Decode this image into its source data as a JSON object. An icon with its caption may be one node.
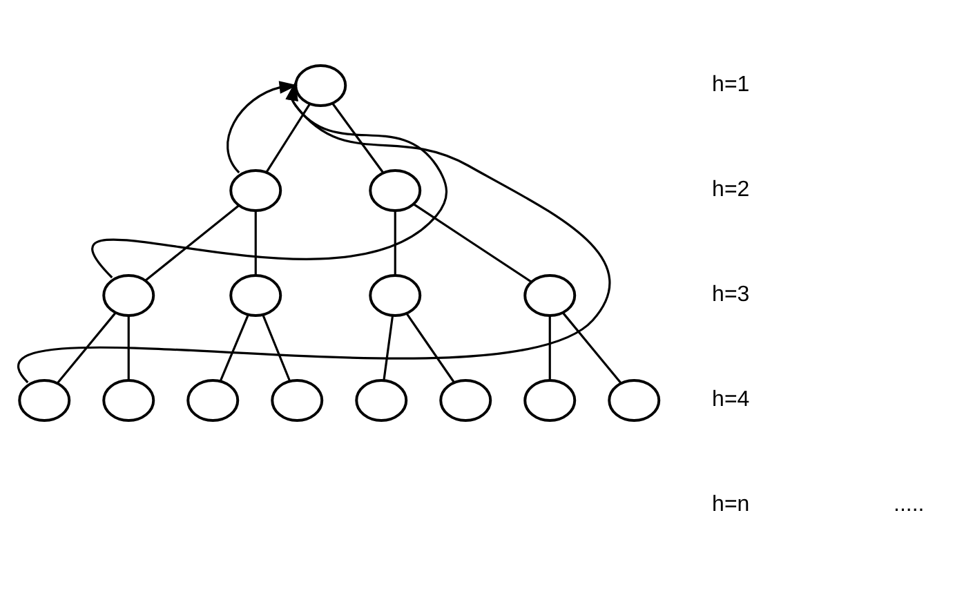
{
  "diagram": {
    "nodes": [
      {
        "text": [],
        "shape": "circle"
      },
      {
        "text": [],
        "shape": "circle"
      },
      {
        "text": [],
        "shape": "circle"
      },
      {
        "text": [],
        "shape": "circle"
      },
      {
        "text": [],
        "shape": "circle"
      },
      {
        "text": [],
        "shape": "circle"
      },
      {
        "text": [],
        "shape": "circle"
      },
      {
        "text": [],
        "shape": "circle"
      },
      {
        "text": [],
        "shape": "circle"
      },
      {
        "text": [],
        "shape": "circle"
      },
      {
        "text": [],
        "shape": "circle"
      },
      {
        "text": [],
        "shape": "circle"
      },
      {
        "text": [],
        "shape": "circle"
      },
      {
        "text": [],
        "shape": "circle"
      },
      {
        "text": [],
        "shape": "circle"
      }
    ],
    "edges": [
      {
        "from": 0,
        "to": 1,
        "arrow": "none"
      },
      {
        "from": 0,
        "to": 2,
        "arrow": "none"
      },
      {
        "from": 1,
        "to": 3,
        "arrow": "none"
      },
      {
        "from": 1,
        "to": 4,
        "arrow": "none"
      },
      {
        "from": 2,
        "to": 5,
        "arrow": "none"
      },
      {
        "from": 2,
        "to": 6,
        "arrow": "none"
      },
      {
        "from": 3,
        "to": 7,
        "arrow": "none"
      },
      {
        "from": 3,
        "to": 8,
        "arrow": "none"
      },
      {
        "from": 4,
        "to": 9,
        "arrow": "none"
      },
      {
        "from": 4,
        "to": 10,
        "arrow": "none"
      },
      {
        "from": 5,
        "to": 11,
        "arrow": "none"
      },
      {
        "from": 5,
        "to": 12,
        "arrow": "none"
      },
      {
        "from": 6,
        "to": 13,
        "arrow": "none"
      },
      {
        "from": 6,
        "to": 14,
        "arrow": "none"
      },
      {
        "from": 7,
        "to": 0,
        "arrow": "to"
      },
      {
        "from": 3,
        "to": 0,
        "arrow": "to"
      },
      {
        "from": 1,
        "to": 0,
        "arrow": "to"
      }
    ],
    "labels": [
      "h=1",
      "h=2",
      "h=3",
      "h=4",
      "h=n",
      "....."
    ]
  }
}
